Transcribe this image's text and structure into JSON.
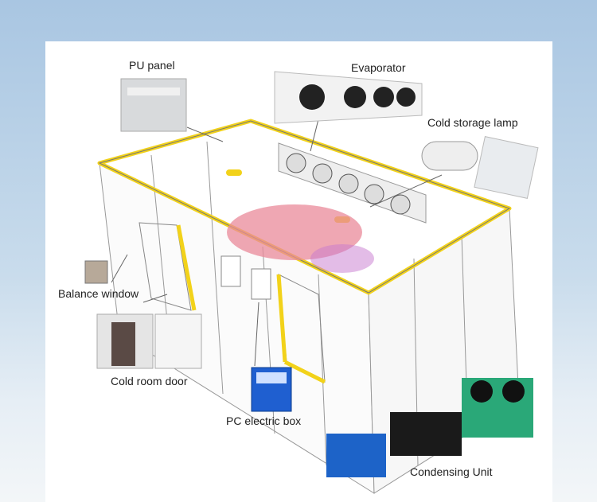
{
  "labels": {
    "pu_panel": "PU panel",
    "evaporator": "Evaporator",
    "cold_storage_lamp": "Cold storage lamp",
    "balance_window": "Balance window",
    "cold_room_door": "Cold room door",
    "pc_electric_box": "PC electric box",
    "condensing_unit": "Condensing Unit"
  },
  "colors": {
    "frame_edge": "#f2d21a",
    "evaporator_body": "#eeeeee",
    "electric_box": "#1f5fd0",
    "condenser_green": "#2aa878",
    "condenser_blue": "#1d63c8",
    "condenser_black": "#1a1a1a"
  }
}
